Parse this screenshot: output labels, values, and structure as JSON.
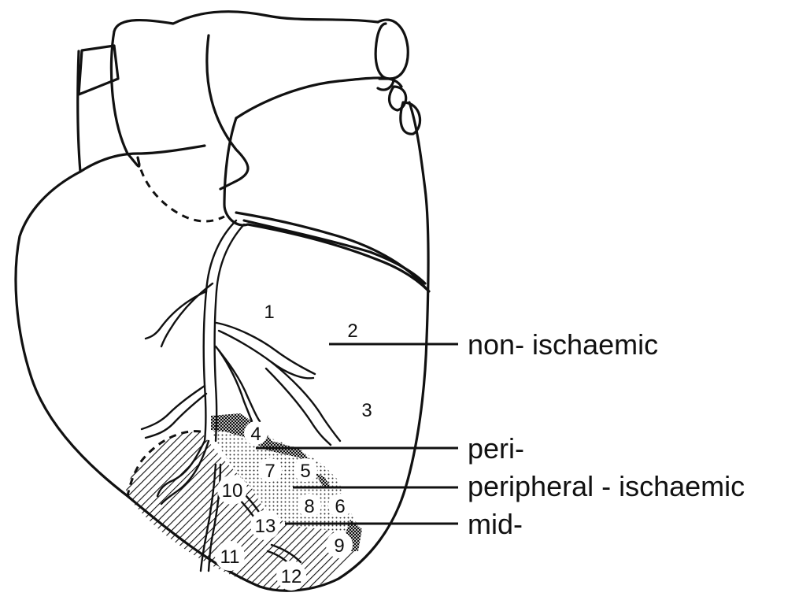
{
  "segments": [
    {
      "id": "seg-1",
      "label": "1"
    },
    {
      "id": "seg-2",
      "label": "2"
    },
    {
      "id": "seg-3",
      "label": "3"
    },
    {
      "id": "seg-4",
      "label": "4"
    },
    {
      "id": "seg-5",
      "label": "5"
    },
    {
      "id": "seg-6",
      "label": "6"
    },
    {
      "id": "seg-7",
      "label": "7"
    },
    {
      "id": "seg-8",
      "label": "8"
    },
    {
      "id": "seg-9",
      "label": "9"
    },
    {
      "id": "seg-10",
      "label": "10"
    },
    {
      "id": "seg-11",
      "label": "11"
    },
    {
      "id": "seg-12",
      "label": "12"
    },
    {
      "id": "seg-13",
      "label": "13"
    }
  ],
  "legend": {
    "non_ischaemic": "non- ischaemic",
    "peri": "peri-",
    "peripheral_ischaemic": "peripheral - ischaemic",
    "mid": "mid-"
  },
  "colors": {
    "ink": "#111111",
    "background": "#ffffff"
  }
}
